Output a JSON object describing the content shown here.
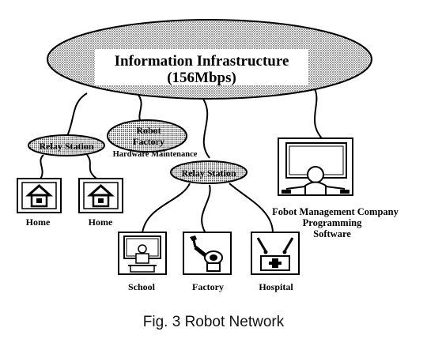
{
  "network": {
    "title_line1": "Information Infrastructure",
    "title_line2": "(156Mbps)",
    "relay_left": "Relay Station",
    "relay_right": "Relay Station",
    "robot_factory_line1": "Robot",
    "robot_factory_line2": "Factory",
    "hardware_maintenance": "Hardware Maintenance",
    "home_1": "Home",
    "home_2": "Home",
    "school": "School",
    "factory": "Factory",
    "hospital": "Hospital",
    "company_line1": "Fobot Management Company",
    "company_line2": "Programming",
    "company_line3": "Software"
  },
  "caption": "Fig. 3  Robot Network",
  "icons": [
    "house-icon",
    "house-icon",
    "school-icon",
    "factory-robot-icon",
    "hospital-icon",
    "computer-operator-icon"
  ]
}
